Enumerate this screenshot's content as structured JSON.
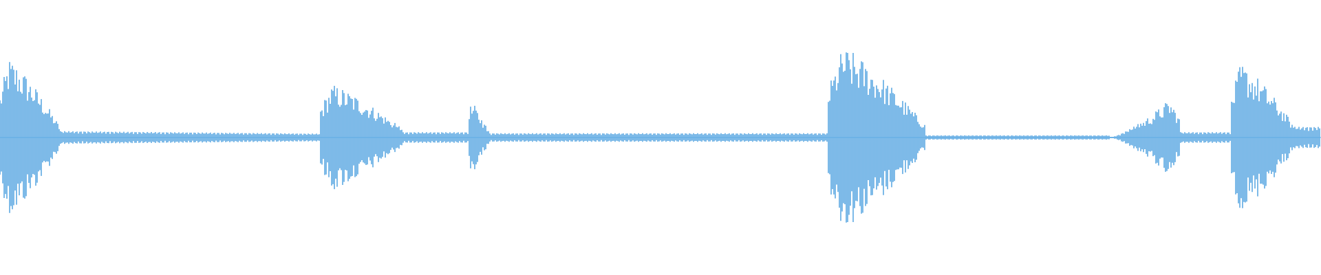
{
  "waveform": {
    "color": "#5DA9E3",
    "background": "#FFFFFF",
    "mirror": true,
    "style": "vertical-bars",
    "duration_fraction_note": "",
    "segments": [
      {
        "start": 0.0,
        "end": 0.045,
        "peak": 0.75,
        "envelope": "burst"
      },
      {
        "start": 0.045,
        "end": 0.242,
        "peak": 0.06,
        "envelope": "low-decay"
      },
      {
        "start": 0.242,
        "end": 0.305,
        "peak": 0.5,
        "envelope": "burst"
      },
      {
        "start": 0.305,
        "end": 0.355,
        "peak": 0.05,
        "envelope": "low"
      },
      {
        "start": 0.355,
        "end": 0.37,
        "peak": 0.3,
        "envelope": "click"
      },
      {
        "start": 0.37,
        "end": 0.627,
        "peak": 0.04,
        "envelope": "low"
      },
      {
        "start": 0.627,
        "end": 0.7,
        "peak": 0.85,
        "envelope": "burst"
      },
      {
        "start": 0.7,
        "end": 0.84,
        "peak": 0.02,
        "envelope": "flat"
      },
      {
        "start": 0.84,
        "end": 0.893,
        "peak": 0.45,
        "envelope": "swell"
      },
      {
        "start": 0.893,
        "end": 0.932,
        "peak": 0.05,
        "envelope": "low"
      },
      {
        "start": 0.932,
        "end": 0.98,
        "peak": 0.7,
        "envelope": "burst"
      },
      {
        "start": 0.98,
        "end": 1.0,
        "peak": 0.1,
        "envelope": "low"
      }
    ]
  }
}
